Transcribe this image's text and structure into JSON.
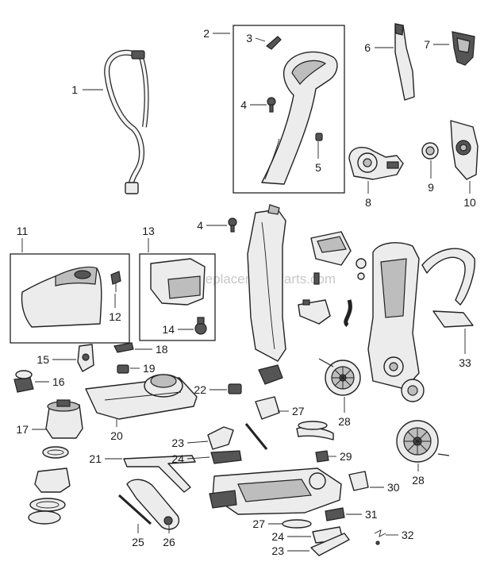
{
  "watermark": "eReplacementParts.com",
  "callouts": {
    "c1": "1",
    "c2": "2",
    "c3": "3",
    "c4a": "4",
    "c5": "5",
    "c6": "6",
    "c7": "7",
    "c8": "8",
    "c9": "9",
    "c10": "10",
    "c11": "11",
    "c12": "12",
    "c13": "13",
    "c4b": "4",
    "c14": "14",
    "c15": "15",
    "c16": "16",
    "c17": "17",
    "c18": "18",
    "c19": "19",
    "c20": "20",
    "c21": "21",
    "c22": "22",
    "c23a": "23",
    "c24a": "24",
    "c25": "25",
    "c26": "26",
    "c27a": "27",
    "c28a": "28",
    "c29": "29",
    "c28b": "28",
    "c30": "30",
    "c27b": "27",
    "c31": "31",
    "c24b": "24",
    "c23b": "23",
    "c32": "32",
    "c33": "33"
  }
}
